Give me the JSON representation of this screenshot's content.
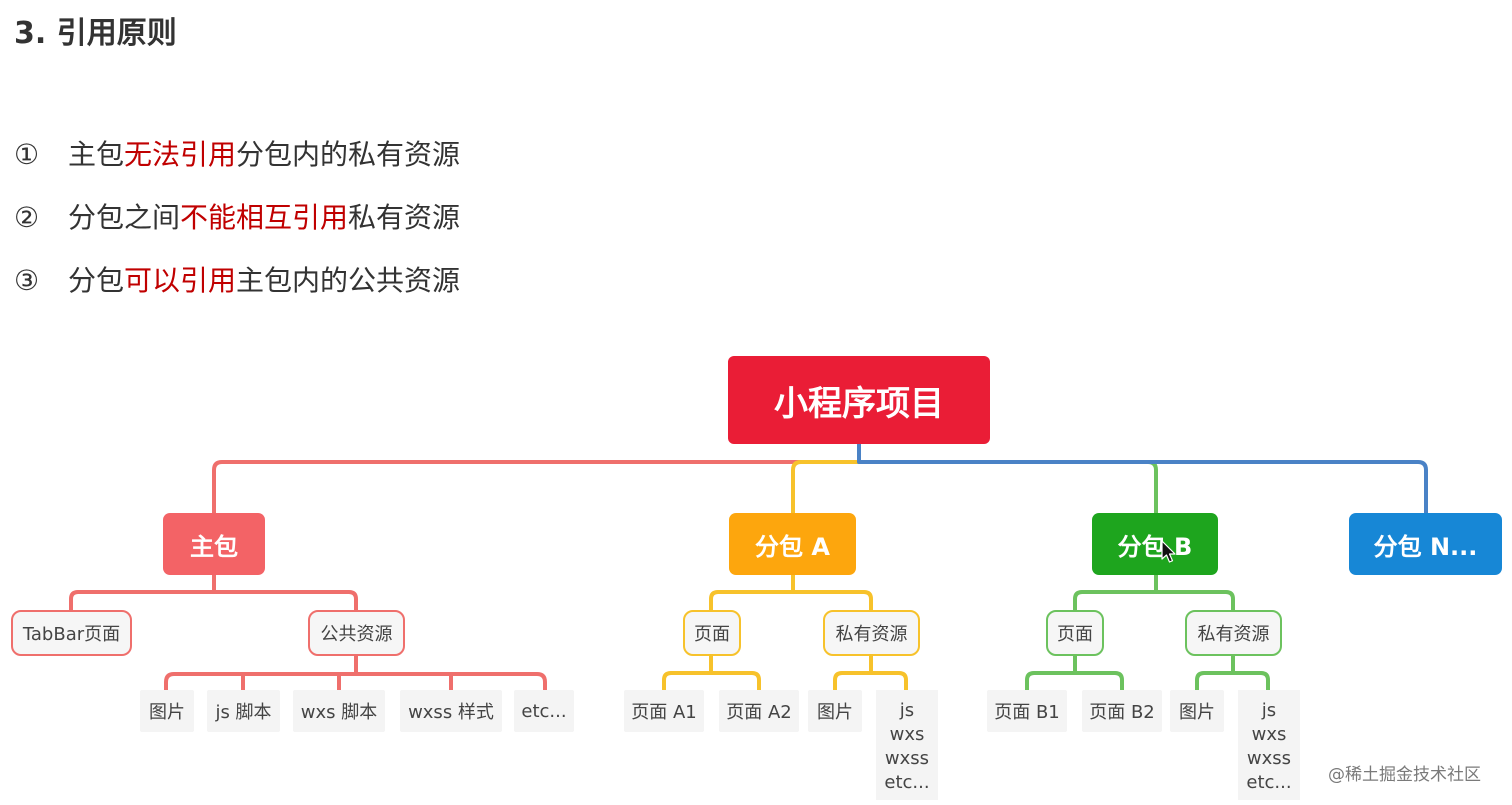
{
  "title": "3. 引用原则",
  "rules": [
    {
      "num": "①",
      "parts": [
        {
          "text": "主包",
          "hl": false
        },
        {
          "text": "无法引用",
          "hl": true
        },
        {
          "text": "分包内的私有资源",
          "hl": false
        }
      ]
    },
    {
      "num": "②",
      "parts": [
        {
          "text": "分包之间",
          "hl": false
        },
        {
          "text": "不能相互引用",
          "hl": true
        },
        {
          "text": "私有资源",
          "hl": false
        }
      ]
    },
    {
      "num": "③",
      "parts": [
        {
          "text": "分包",
          "hl": false
        },
        {
          "text": "可以引用",
          "hl": true
        },
        {
          "text": "主包内的公共资源",
          "hl": false
        }
      ]
    }
  ],
  "highlight_color": "#c00000",
  "diagram": {
    "root": "小程序项目",
    "packages": {
      "main": {
        "label": "主包",
        "color": "#f36366",
        "children": {
          "tabbar": "TabBar页面",
          "public": "公共资源"
        },
        "leaves": {
          "image": "图片",
          "js": "js 脚本",
          "wxs": "wxs 脚本",
          "wxss": "wxss 样式",
          "etc": "etc..."
        }
      },
      "a": {
        "label": "分包 A",
        "color": "#fda60d",
        "children": {
          "pages": "页面",
          "private": "私有资源"
        },
        "leaves": {
          "page1": "页面 A1",
          "page2": "页面 A2",
          "image": "图片",
          "assets": [
            "js",
            "wxs",
            "wxss",
            "etc..."
          ]
        }
      },
      "b": {
        "label": "分包 B",
        "color": "#1ea51e",
        "children": {
          "pages": "页面",
          "private": "私有资源"
        },
        "leaves": {
          "page1": "页面 B1",
          "page2": "页面 B2",
          "image": "图片",
          "assets": [
            "js",
            "wxs",
            "wxss",
            "etc..."
          ]
        }
      },
      "n": {
        "label": "分包 N...",
        "color": "#1787d6"
      }
    }
  },
  "watermark": "@稀土掘金技术社区"
}
